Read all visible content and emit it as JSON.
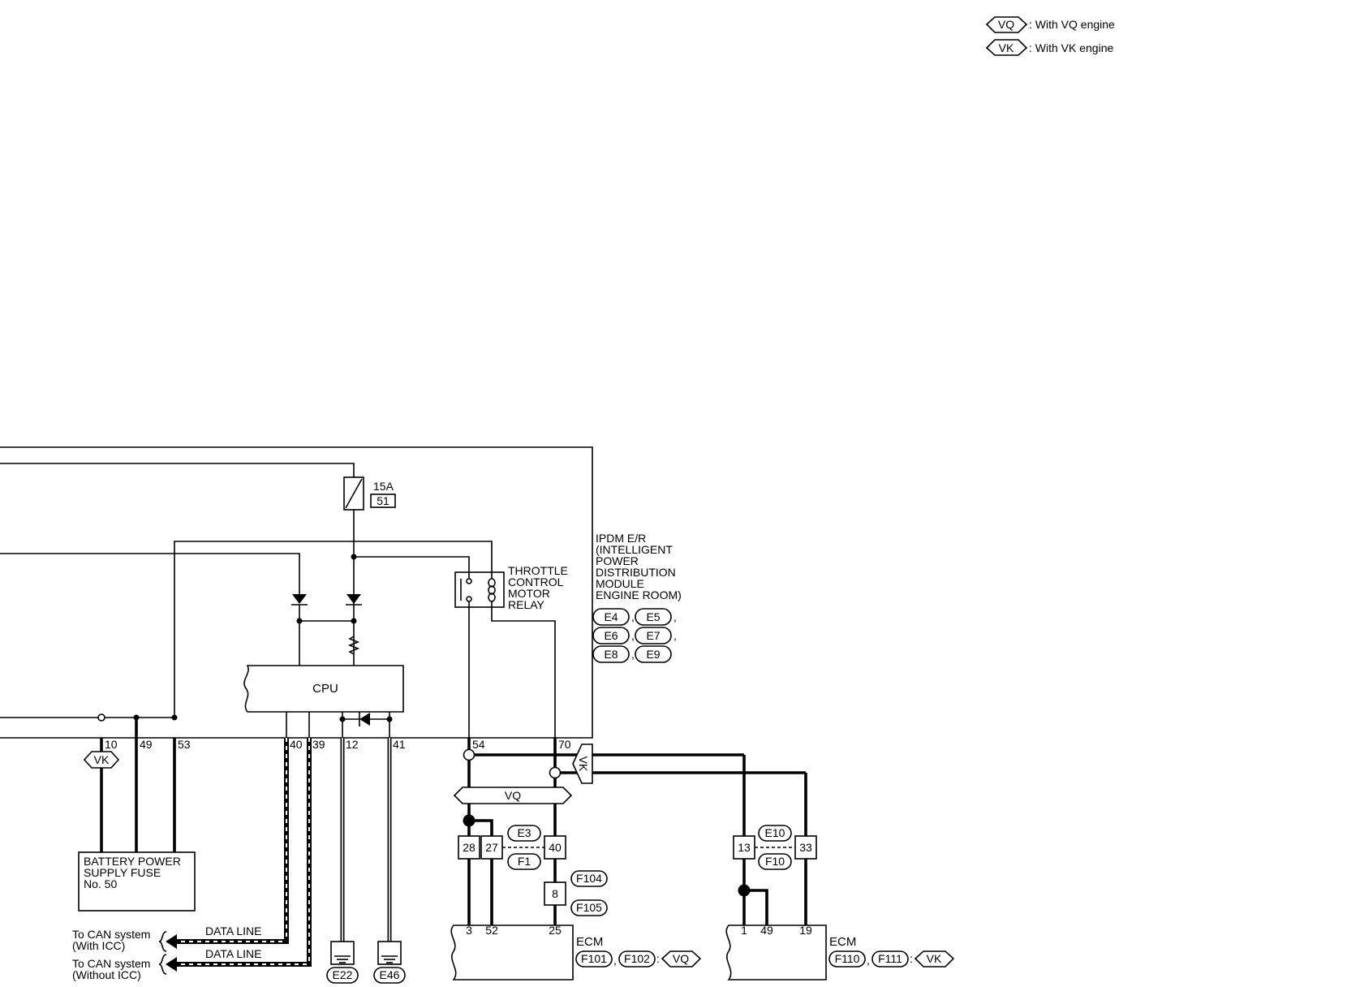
{
  "legend": {
    "vq_tag": "VQ",
    "vq_text": ": With VQ engine",
    "vk_tag": "VK",
    "vk_text": ": With VK engine"
  },
  "ipdm": {
    "fuse_rating": "15A",
    "fuse_number": "51",
    "relay_label": [
      "THROTTLE",
      "CONTROL",
      "MOTOR",
      "RELAY"
    ],
    "module_label": [
      "IPDM E/R",
      "(INTELLIGENT",
      " POWER",
      " DISTRIBUTION",
      " MODULE",
      " ENGINE ROOM)"
    ],
    "connectors": [
      "E4",
      "E5",
      "E6",
      "E7",
      "E8",
      "E9"
    ],
    "cpu_label": "CPU",
    "terminals": [
      "10",
      "49",
      "53",
      "40",
      "39",
      "12",
      "41",
      "54",
      "70"
    ]
  },
  "harness_tags": {
    "vk_left": "VK",
    "vq_bar": "VQ",
    "vk_right": "VK"
  },
  "battery_fuse": {
    "lines": [
      "BATTERY POWER",
      "SUPPLY FUSE",
      "No. 50"
    ]
  },
  "can": {
    "data_line_label": "DATA LINE",
    "with_icc": [
      "To CAN system",
      "(With ICC)"
    ],
    "without_icc": [
      "To CAN system",
      "(Without ICC)"
    ]
  },
  "grounds": [
    "E22",
    "E46"
  ],
  "joint_left": {
    "pins": [
      "28",
      "27",
      "40"
    ],
    "connectors": [
      "E3",
      "F1"
    ],
    "mid_pin": "8",
    "mid_connectors": [
      "F104",
      "F105"
    ]
  },
  "joint_right": {
    "pins": [
      "13",
      "33"
    ],
    "connectors": [
      "E10",
      "F10"
    ]
  },
  "ecm_vq": {
    "pins": [
      "3",
      "52",
      "25"
    ],
    "label": "ECM",
    "connectors": [
      "F101",
      "F102"
    ],
    "engine_tag": "VQ"
  },
  "ecm_vk": {
    "pins": [
      "1",
      "49",
      "19"
    ],
    "label": "ECM",
    "connectors": [
      "F110",
      "F111"
    ],
    "engine_tag": "VK"
  },
  "colors": {
    "ink": "#000000",
    "paper": "#ffffff"
  }
}
